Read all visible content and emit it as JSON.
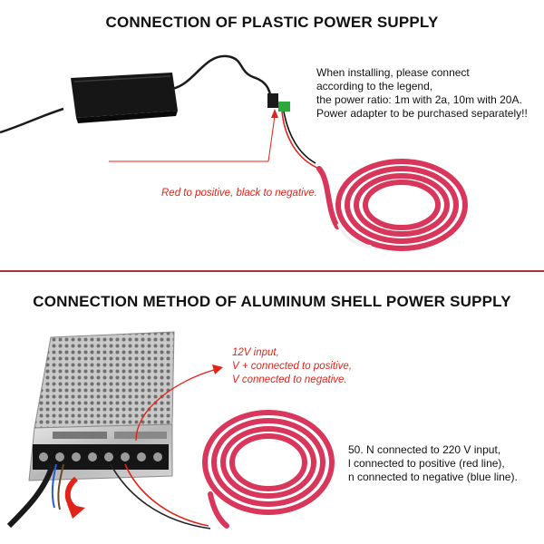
{
  "section_plastic": {
    "title": "CONNECTION OF PLASTIC POWER SUPPLY",
    "install_note": [
      "When installing, please connect",
      "according to the legend,",
      "the power ratio: 1m with 2a, 10m with 20A.",
      "Power adapter to be purchased separately!!"
    ],
    "polarity_note": "Red to positive, black to negative."
  },
  "section_aluminum": {
    "title": "CONNECTION METHOD OF ALUMINUM SHELL POWER SUPPLY",
    "input_note": [
      "12V input,",
      "V + connected to positive,",
      "V connected to negative."
    ],
    "terminal_note": [
      "50. N connected to 220 V input,",
      "l connected to positive (red line),",
      "n connected to negative (blue line)."
    ]
  },
  "colors": {
    "accent_red": "#e2231a",
    "divider": "#a8323a",
    "strip_pink": "#d8365a"
  }
}
